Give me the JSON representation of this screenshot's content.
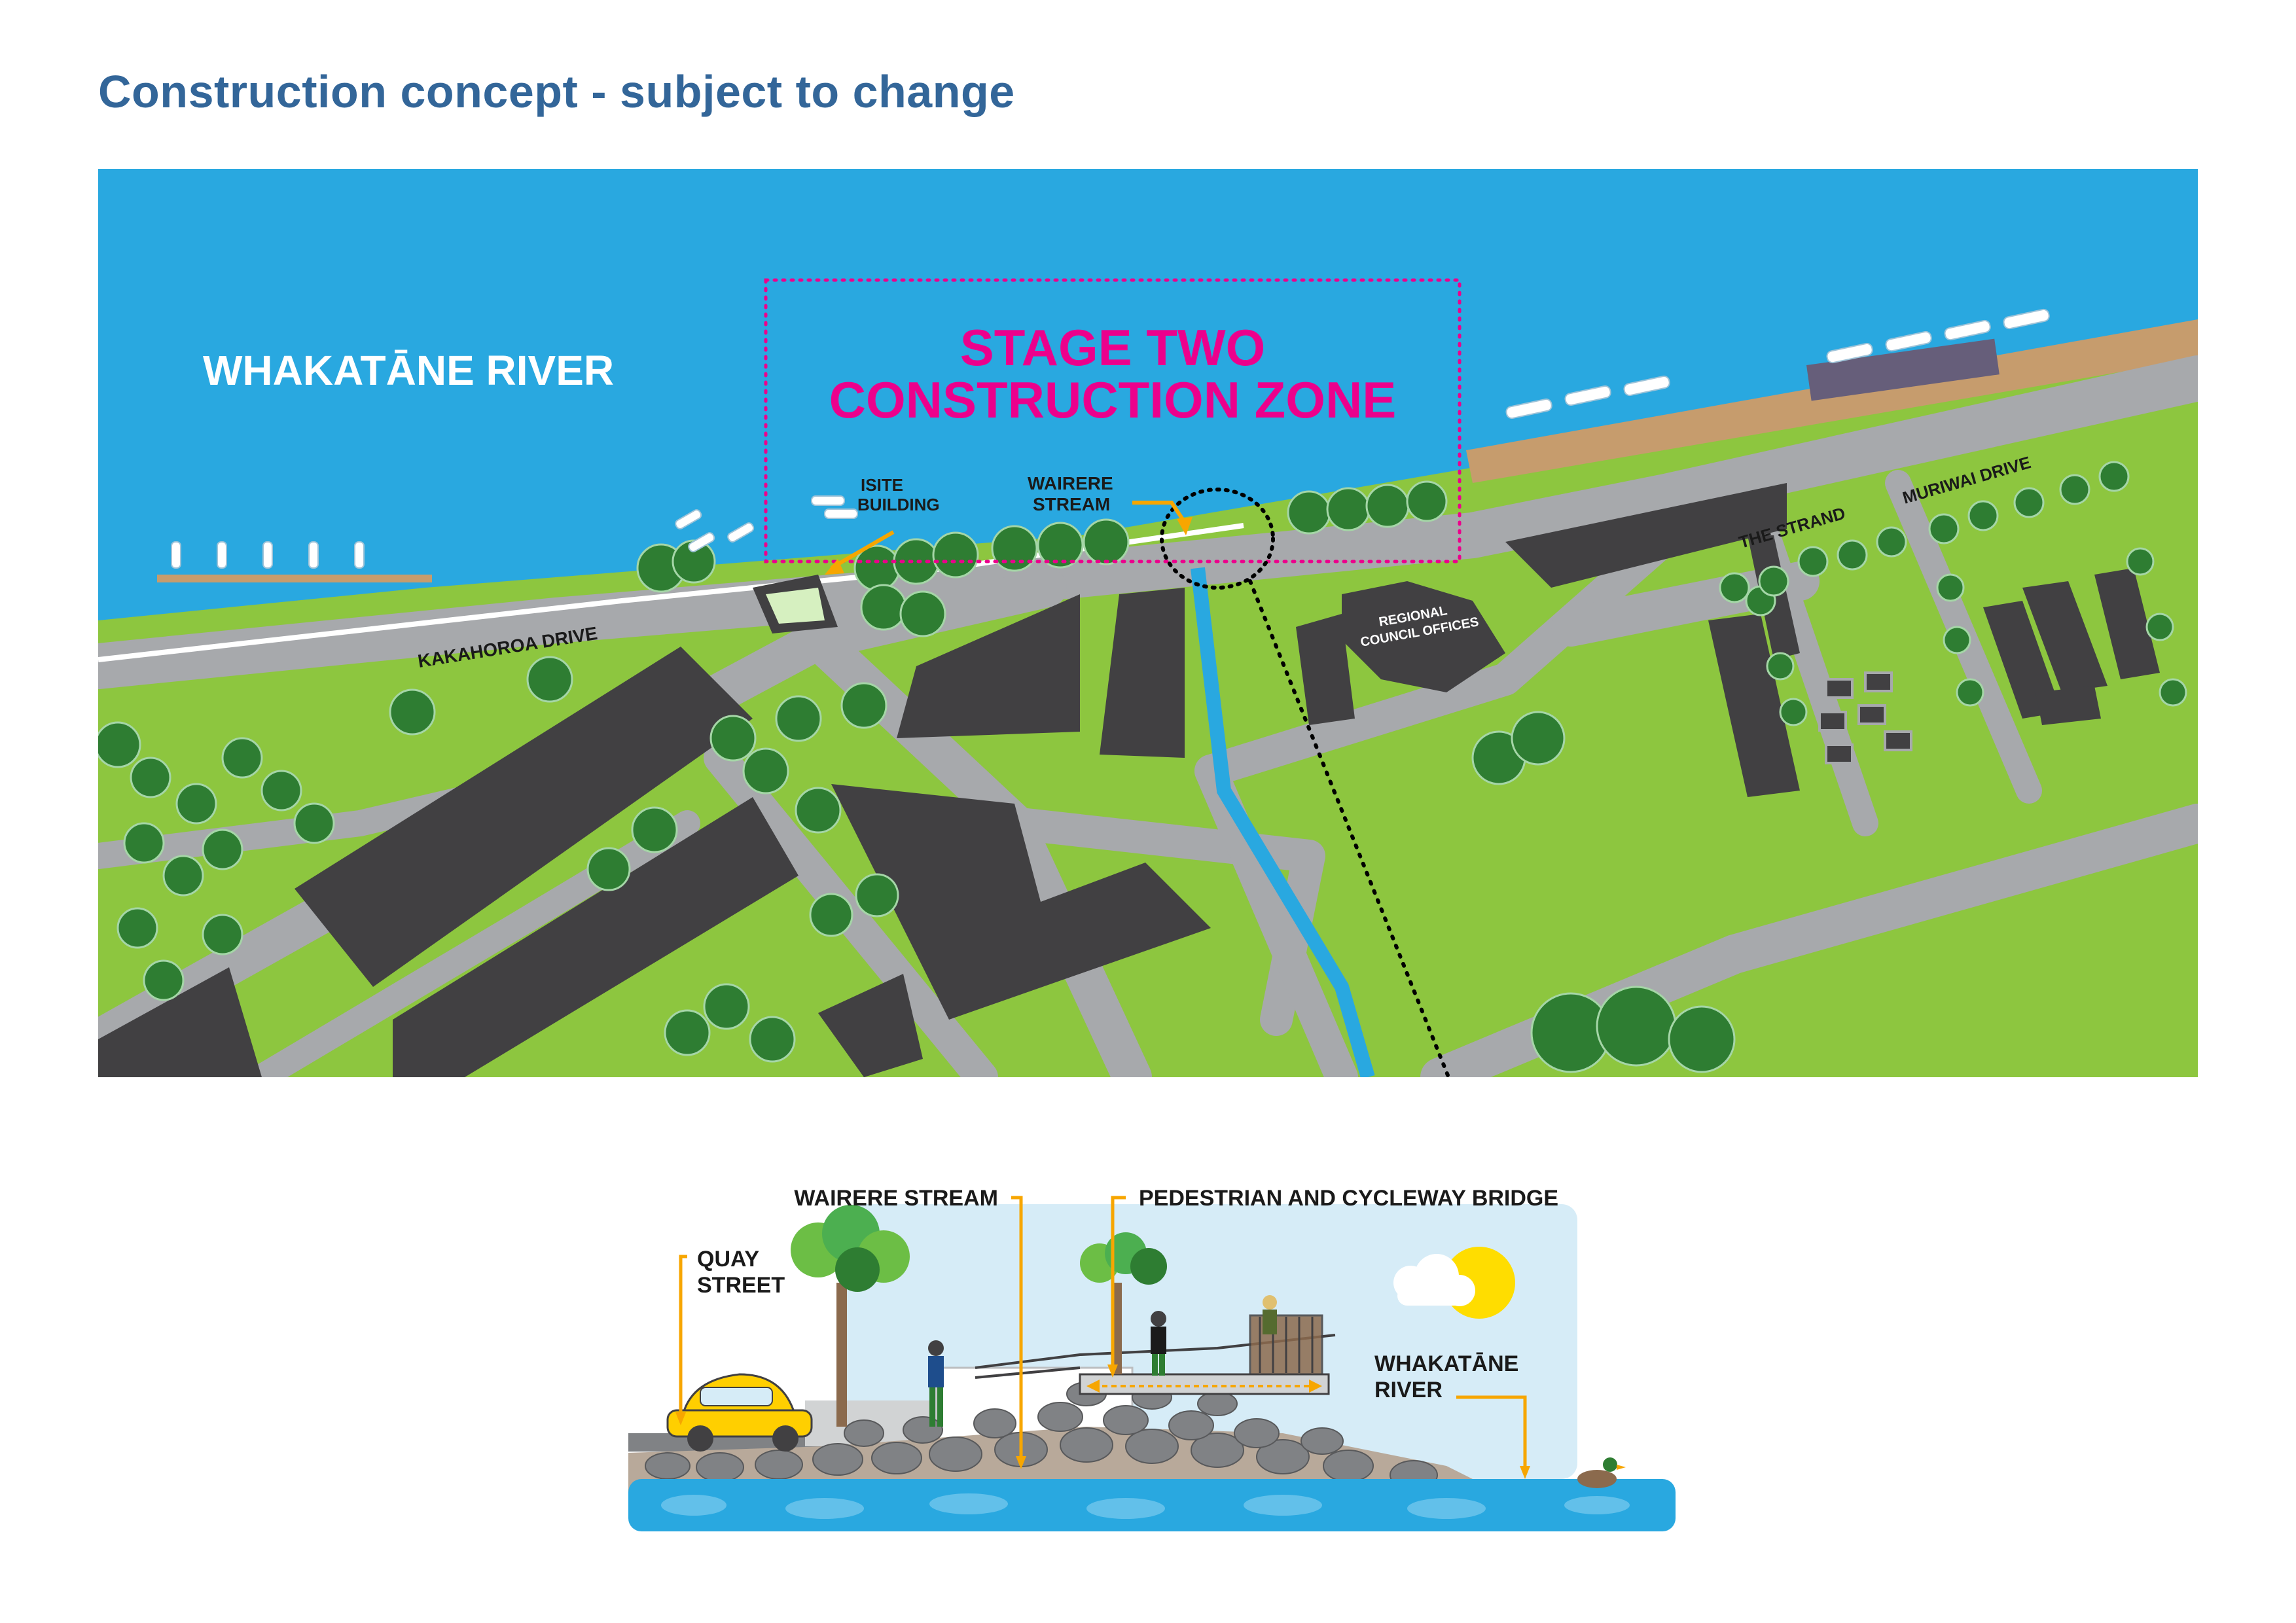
{
  "title": "Construction concept - subject to change",
  "colors": {
    "river": "#29a8e0",
    "grass": "#8dc63f",
    "road": "#a7a9ac",
    "building": "#414042",
    "tree": "#2e7d32",
    "wharf": "#c69c6d",
    "highlight": "#ec008c",
    "callout": "#f7a600",
    "title": "#336699"
  },
  "map": {
    "river_label": "WHAKATĀNE RIVER",
    "zone_label_line1": "STAGE TWO",
    "zone_label_line2": "CONSTRUCTION ZONE",
    "isite_line1": "ISITE",
    "isite_line2": "BUILDING",
    "wairere_line1": "WAIRERE",
    "wairere_line2": "STREAM",
    "regional_line1": "REGIONAL",
    "regional_line2": "COUNCIL OFFICES",
    "road_kakahoroa": "KAKAHOROA DRIVE",
    "road_strand": "THE STRAND",
    "road_muriwai": "MURIWAI DRIVE"
  },
  "scene": {
    "label_wairere": "WAIRERE STREAM",
    "label_bridge": "PEDESTRIAN AND CYCLEWAY BRIDGE",
    "label_quay_line1": "QUAY",
    "label_quay_line2": "STREET",
    "label_river_line1": "WHAKATĀNE",
    "label_river_line2": "RIVER"
  }
}
